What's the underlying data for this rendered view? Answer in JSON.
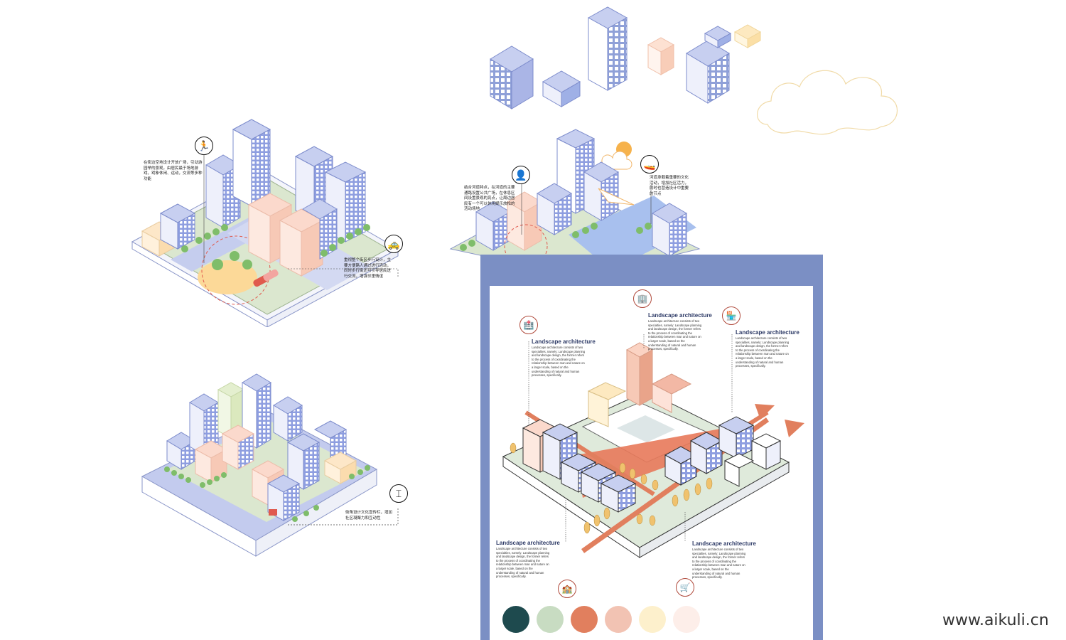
{
  "watermark": "www.aikuli.cn",
  "palette": [
    "#1e4a4e",
    "#c8dcc2",
    "#e17f5e",
    "#f2c3b3",
    "#fdf0cc",
    "#fdeee9"
  ],
  "block1": {
    "note_top": "在街边空地设计开放广场，引动游园举的景观，由居民最于场地游戏，戏象休闲、运动，交流等多种功能",
    "note_right": "重视整个街区步行设计，主要方便路人通过进行活动，同时步行街还可引导居民进行交流，增强邻里情谊"
  },
  "block2": {
    "note_left": "结合河道特点，在河道的主要通路设置公共广场，在休息区间设置景观的亮点，让周边居民有一个可以休闲娱乐放松的活动场地",
    "note_right": "河道承载着重要的文化活动，增加社区活力，同时也营造设计中重要的节点"
  },
  "block3": {
    "note": "街角设计文化宣传栏，增加社区凝聚力和互动性"
  },
  "poster": {
    "labels": [
      {
        "title": "Landscape architecture",
        "body": "Landscape architecture consists of two specialties, namely: Landscape planning and landscape design, the former refers to the process of coordinating the relationship between man and nature on a larger scale, based on the understanding of natural and human processes, specifically."
      },
      {
        "title": "Landscape architecture",
        "body": "Landscape architecture consists of two specialties, namely: Landscape planning and landscape design, the former refers to the process of coordinating the relationship between man and nature on a larger scale, based on the understanding of natural and human processes, specifically."
      },
      {
        "title": "Landscape architecture",
        "body": "Landscape architecture consists of two specialties, namely: Landscape planning and landscape design, the former refers to the process of coordinating the relationship between man and nature on a larger scale, based on the understanding of natural and human processes, specifically."
      },
      {
        "title": "Landscape architecture",
        "body": "Landscape architecture consists of two specialties, namely: Landscape planning and landscape design, the former refers to the process of coordinating the relationship between man and nature on a larger scale, based on the understanding of natural and human processes, specifically."
      },
      {
        "title": "Landscape architecture",
        "body": "Landscape architecture consists of two specialties, namely: Landscape planning and landscape design, the former refers to the process of coordinating the relationship between man and nature on a larger scale, based on the understanding of natural and human processes, specifically."
      }
    ]
  },
  "icons": {
    "runner": "runner-icon",
    "taxi": "taxi-icon",
    "person": "person-icon",
    "boat": "boat-icon",
    "signboard": "signboard-icon",
    "hospital": "hospital-icon",
    "office": "office-building-icon",
    "shop": "shop-icon",
    "school": "school-icon",
    "market": "market-icon"
  }
}
